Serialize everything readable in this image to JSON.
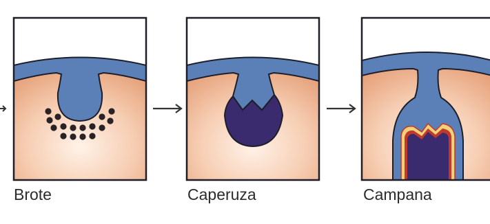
{
  "panels": [
    {
      "stage": "bud",
      "label": "Brote"
    },
    {
      "stage": "cap",
      "label": "Caperuza"
    },
    {
      "stage": "bell",
      "label": "Campana"
    }
  ],
  "arrows": [
    "right-arrow",
    "right-arrow",
    "right-arrow"
  ],
  "colors": {
    "epithelium": "#5b80b8",
    "outline": "#1e1e28",
    "mesenchyme_center": "#fff2e8",
    "mesenchyme_edge": "#e8a782",
    "papilla": "#3a2a6e",
    "condensation_dots": "#2a2224",
    "odontoblast_layer_yellow": "#f1d27a",
    "odontoblast_layer_red": "#c1392b",
    "background": "#ffffff"
  }
}
